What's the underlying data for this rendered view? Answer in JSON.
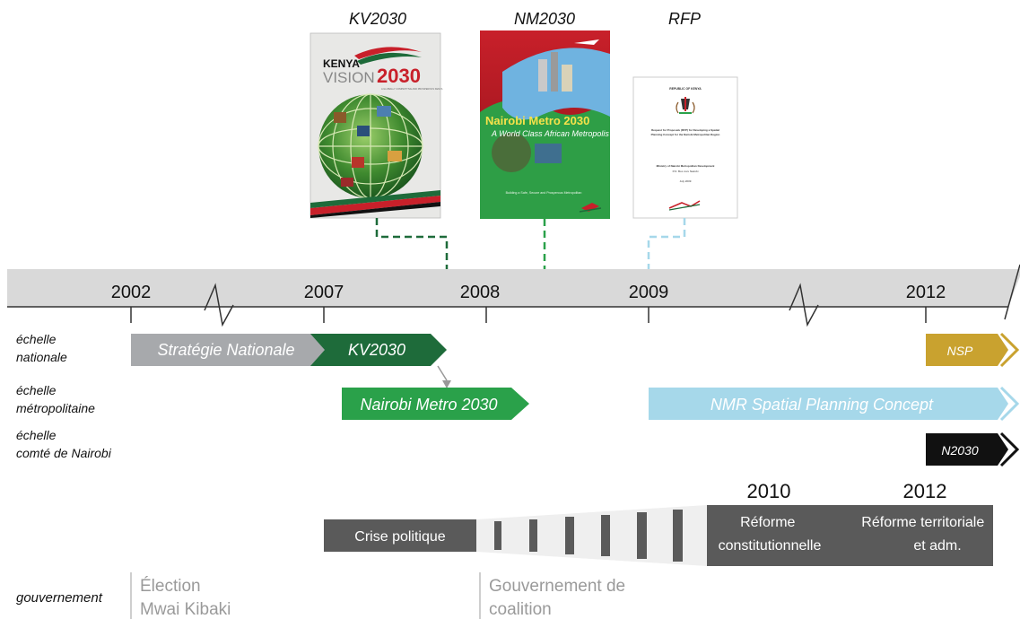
{
  "documents": [
    {
      "label": "KV2030",
      "cover_title_line1": "KENYA",
      "cover_title_line2": "VISION",
      "cover_title_year": "2030",
      "cover_tagline": "A GLOBALLY COMPETITIVE AND PROSPEROUS KENYA"
    },
    {
      "label": "NM2030",
      "cover_title": "Nairobi Metro 2030",
      "cover_subtitle": "A World Class African Metropolis",
      "cover_footer": "Building a Safe, Secure and Prosperous Metropolitan"
    },
    {
      "label": "RFP",
      "cover_header": "REPUBLIC OF KENYA",
      "cover_line1": "Request for Proposals (RFP) for Developing a Spatial",
      "cover_line2": "Planning Concept for the Nairobi Metropolitan Region",
      "cover_line3": "Ministry of Nairobi Metropolitan Development",
      "cover_line4": "P.O. Box xxxx Nairobi",
      "cover_line5": "July 2009"
    }
  ],
  "timeline": {
    "years": [
      "2002",
      "2007",
      "2008",
      "2009",
      "2012"
    ]
  },
  "scales": {
    "national": [
      "échelle",
      "nationale"
    ],
    "metropolitan": [
      "échelle",
      "métropolitaine"
    ],
    "county": [
      "échelle",
      "comté de Nairobi"
    ]
  },
  "bars": {
    "strategie": "Stratégie Nationale",
    "kv2030": "KV2030",
    "nsp": "NSP",
    "nm2030": "Nairobi Metro 2030",
    "nmr": "NMR Spatial Planning Concept",
    "n2030": "N2030"
  },
  "political": {
    "year_2010": "2010",
    "year_2012": "2012",
    "crise": "Crise politique",
    "reforme_const": [
      "Réforme",
      "constitutionnelle"
    ],
    "reforme_terr": [
      "Réforme territoriale",
      "et adm."
    ]
  },
  "government": {
    "label": "gouvernement",
    "election": [
      "Élection",
      "Mwai Kibaki"
    ],
    "coalition": [
      "Gouvernement de",
      "coalition"
    ]
  },
  "colors": {
    "timeline_band": "#d9d9d9",
    "strategie_gray": "#a7a9ac",
    "kv_dark_green": "#1e6b3a",
    "nm_green": "#2aa14a",
    "nmr_light_blue": "#a6d8ea",
    "nsp_gold": "#c9a22f",
    "n2030_black": "#111111",
    "politics_dark_gray": "#5a5a5a"
  }
}
